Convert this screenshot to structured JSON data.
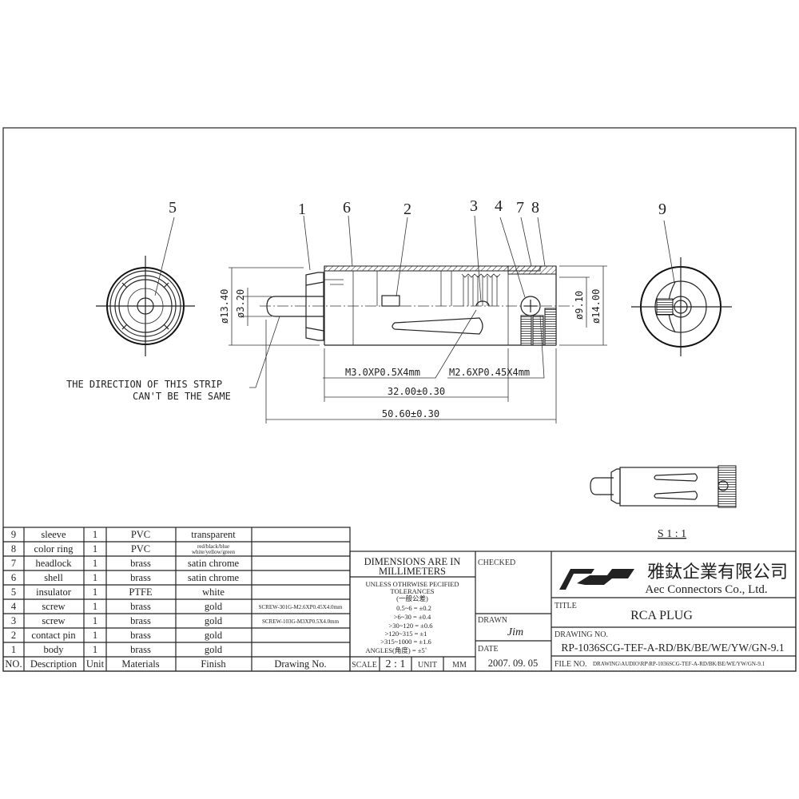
{
  "balloons": [
    "1",
    "2",
    "3",
    "4",
    "5",
    "6",
    "7",
    "8",
    "9"
  ],
  "dimensions": {
    "d_13_40": "ø13.40",
    "d_3_20": "ø3.20",
    "d_9_10": "ø9.10",
    "d_14_00": "ø14.00",
    "len_32": "32.00±0.30",
    "len_50": "50.60±0.30",
    "screw_m3": "M3.0XP0.5X4mm",
    "screw_m26": "M2.6XP0.45X4mm"
  },
  "note": {
    "line1": "THE DIRECTION OF THIS STRIP",
    "line2": "CAN'T BE THE SAME"
  },
  "iso_scale": "S 1 : 1",
  "bom": {
    "headers": [
      "NO.",
      "Description",
      "Unit",
      "Materials",
      "Finish",
      "Drawing No."
    ],
    "rows": [
      {
        "no": "9",
        "desc": "sleeve",
        "unit": "1",
        "mat": "PVC",
        "finish": "transparent",
        "dwg": ""
      },
      {
        "no": "8",
        "desc": "color ring",
        "unit": "1",
        "mat": "PVC",
        "finish": "red/black/blue white/yellow/green",
        "finish_l1": "red/black/blue",
        "finish_l2": "white/yellow/green",
        "dwg": ""
      },
      {
        "no": "7",
        "desc": "headlock",
        "unit": "1",
        "mat": "brass",
        "finish": "satin chrome",
        "dwg": ""
      },
      {
        "no": "6",
        "desc": "shell",
        "unit": "1",
        "mat": "brass",
        "finish": "satin chrome",
        "dwg": ""
      },
      {
        "no": "5",
        "desc": "insulator",
        "unit": "1",
        "mat": "PTFE",
        "finish": "white",
        "dwg": ""
      },
      {
        "no": "4",
        "desc": "screw",
        "unit": "1",
        "mat": "brass",
        "finish": "gold",
        "dwg": "SCREW-301G-M2.6XP0.45X4.0mm"
      },
      {
        "no": "3",
        "desc": "screw",
        "unit": "1",
        "mat": "brass",
        "finish": "gold",
        "dwg": "SCREW-103G-M3XP0.5X4.0mm"
      },
      {
        "no": "2",
        "desc": "contact pin",
        "unit": "1",
        "mat": "brass",
        "finish": "gold",
        "dwg": ""
      },
      {
        "no": "1",
        "desc": "body",
        "unit": "1",
        "mat": "brass",
        "finish": "gold",
        "dwg": ""
      }
    ]
  },
  "title_block": {
    "dims_l1": "DIMENSIONS ARE IN",
    "dims_l2": "MILLIMETERS",
    "tol_l1": "UNLESS OTHRWISE PECIFIED",
    "tol_l2": "TOLERANCES",
    "tol_l3": "(一般公差)",
    "tolerances": [
      "0.5~6 = ±0.2",
      ">6~30 = ±0.4",
      ">30~120 = ±0.6",
      ">120~315 = ±1",
      ">315~1000 = ±1.6",
      "ANGLES(角度) = ±5˚"
    ],
    "scale_label": "SCALE",
    "scale_value": "2 : 1",
    "unit_label": "UNIT",
    "unit_value": "MM",
    "checked_label": "CHECKED",
    "drawn_label": "DRAWN",
    "drawn_value": "Jim",
    "date_label": "DATE",
    "date_value": "2007. 09. 05",
    "company_cn": "雅鈦企業有限公司",
    "company_en": "Aec Connectors Co., Ltd.",
    "title_label": "TITLE",
    "title_value": "RCA PLUG",
    "drawing_no_label": "DRAWING NO.",
    "drawing_no_value": "RP-1036SCG-TEF-A-RD/BK/BE/WE/YW/GN-9.1",
    "file_no_label": "FILE NO.",
    "file_no_value": "DRAWING\\AUDIO\\RP\\RP-1036SCG-TEF-A-RD/BK/BE/WE/YW/GN-9.1"
  }
}
